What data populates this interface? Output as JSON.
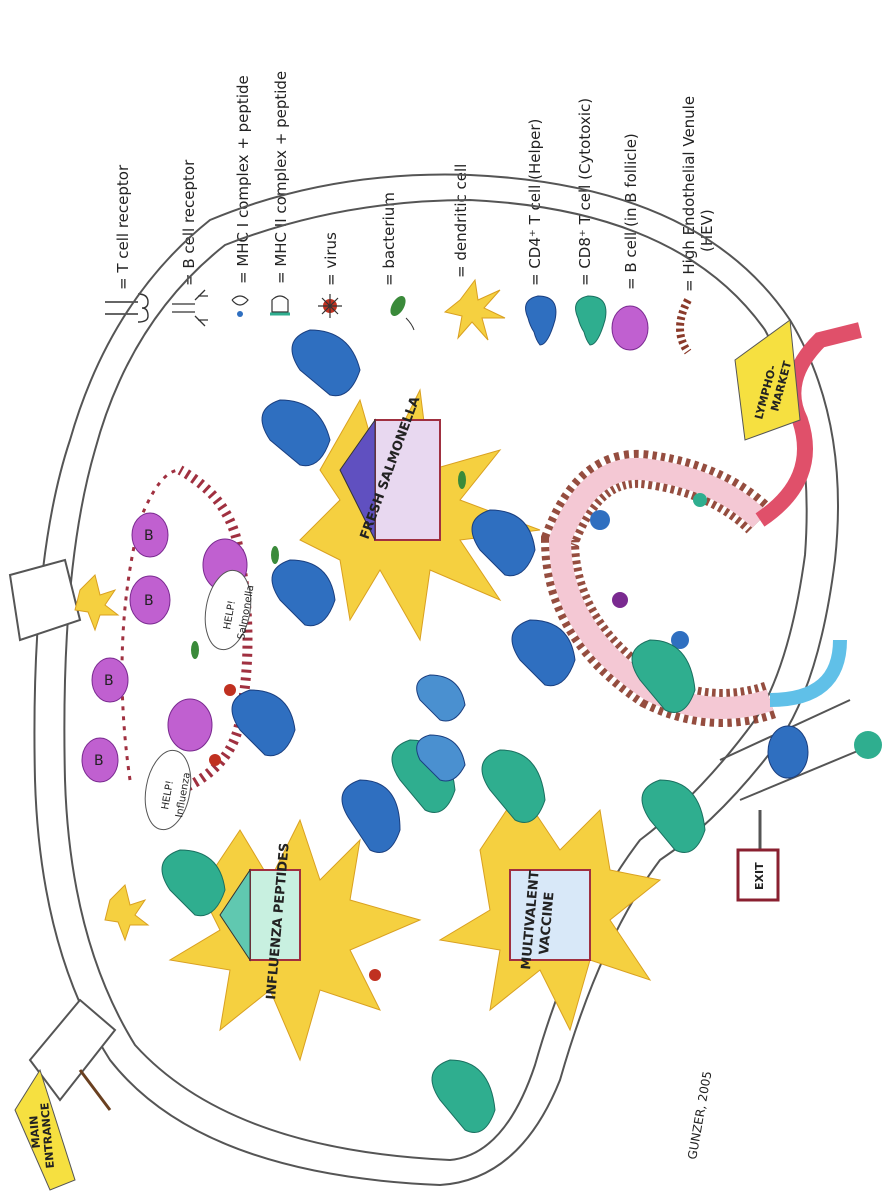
{
  "legend": {
    "t_cell_receptor": "= T cell receptor",
    "b_cell_receptor": "= B cell receptor",
    "mhc_i": "= MHC I complex + peptide",
    "mhc_ii": "= MHC II complex + peptide",
    "virus": "= virus",
    "bacterium": "= bacterium",
    "dendritic_cell": "= dendritic cell",
    "cd4": "= CD4⁺ T cell (Helper)",
    "cd8": "= CD8⁺ T cell (Cytotoxic)",
    "b_cell": "= B cell (in B follicle)",
    "hev_line1": "= High Endothelial Venule",
    "hev_line2": "(HEV)"
  },
  "booths": {
    "fresh_salmonella": "FRESH SALMONELLA",
    "influenza_peptides": "INFLUENZA PEPTIDES",
    "multivalent_vaccine_1": "MULTIVALENT",
    "multivalent_vaccine_2": "VACCINE"
  },
  "signs": {
    "lympho_market_1": "LYMPHO-",
    "lympho_market_2": "MARKET",
    "main_entrance_1": "MAIN",
    "main_entrance_2": "ENTRANCE",
    "exit": "EXIT"
  },
  "bubbles": {
    "help_salmonella_1": "HELP!",
    "help_salmonella_2": "Salmonella",
    "help_influenza_1": "HELP!",
    "help_influenza_2": "Influenza"
  },
  "b_label": "B",
  "signature": "GUNZER, 2005",
  "colors": {
    "cd4": "#2f6fc0",
    "cd8": "#2fae8f",
    "b_cell": "#c060d0",
    "dendritic": "#f5d040",
    "hev": "#8a3a2a",
    "lymph_red": "#e0506a",
    "lymph_blue": "#60c0e8",
    "sign": "#f6e040",
    "exit_sign": "#8a2030"
  }
}
